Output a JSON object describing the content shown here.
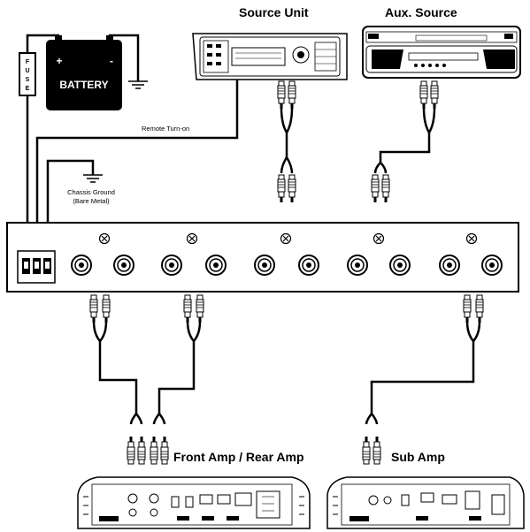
{
  "labels": {
    "source_unit": "Source Unit",
    "aux_source": "Aux. Source",
    "battery": "BATTERY",
    "battery_plus": "+",
    "battery_minus": "-",
    "fuse": "FUSE",
    "remote_turn_on": "Remote Turn-on",
    "chassis_ground_line1": "Chassis Ground",
    "chassis_ground_line2": "(Bare Metal)",
    "front_rear_amp": "Front Amp / Rear Amp",
    "sub_amp": "Sub Amp"
  },
  "colors": {
    "line": "#000000",
    "battery_fill": "#000000",
    "background": "#ffffff"
  },
  "icons": {
    "gain_control": "circled-x",
    "rca_jack": "rca-jack",
    "ground_symbol": "ground",
    "terminal_block": "terminal-block"
  }
}
